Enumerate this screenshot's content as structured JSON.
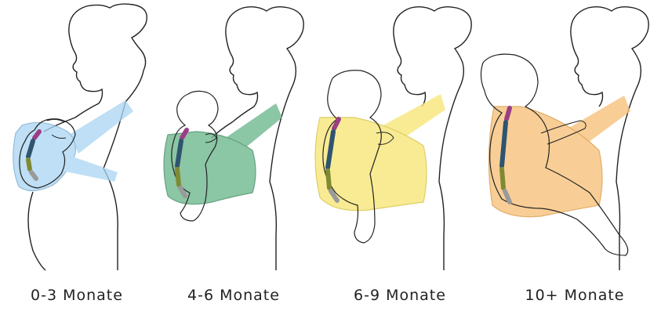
{
  "figure": {
    "stages": [
      {
        "label": "0-3 Monate",
        "carrier_color": "#a9d5f2",
        "carrier_stroke": "#6fa8cf"
      },
      {
        "label": "4-6 Monate",
        "carrier_color": "#6fb98f",
        "carrier_stroke": "#3f8a63"
      },
      {
        "label": "6-9 Monate",
        "carrier_color": "#f7e77a",
        "carrier_stroke": "#d8c23c"
      },
      {
        "label": "10+ Monate",
        "carrier_color": "#f7c27c",
        "carrier_stroke": "#d99a45"
      }
    ],
    "spine_colors": {
      "cervical": "#9b3e85",
      "thoracic": "#2f5470",
      "lumbar": "#7f8a32",
      "sacrum": "#9a9a9a"
    },
    "outline_color": "#222222"
  }
}
